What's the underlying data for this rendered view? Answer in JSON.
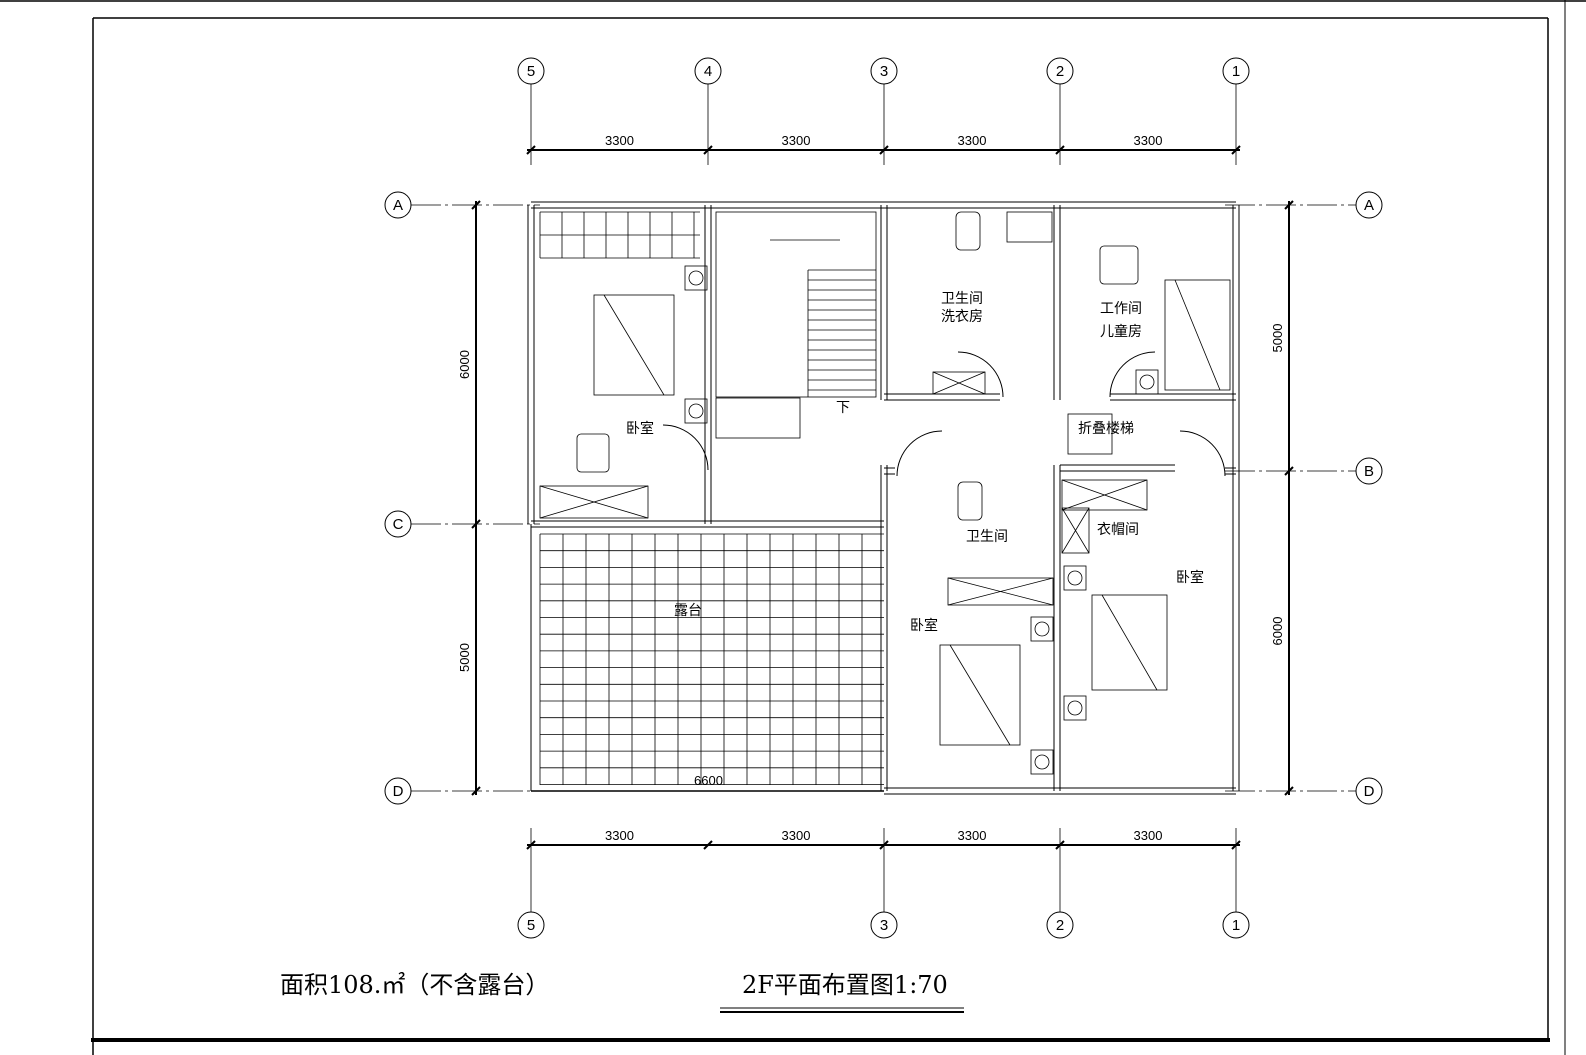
{
  "plan": {
    "area_note": "面积108.㎡（不含露台）",
    "title": "2F平面布置图1:70",
    "top_axes": [
      "5",
      "4",
      "3",
      "2",
      "1"
    ],
    "bottom_axes": [
      "5",
      "3",
      "2",
      "1"
    ],
    "left_axes": [
      "A",
      "C",
      "D"
    ],
    "right_axes": [
      "A",
      "B",
      "D"
    ],
    "top_dims": [
      "3300",
      "3300",
      "3300",
      "3300"
    ],
    "bottom_dims": [
      "3300",
      "3300",
      "3300",
      "3300"
    ],
    "left_dims": [
      "6000",
      "5000"
    ],
    "right_dims": [
      "5000",
      "6000"
    ],
    "terrace_dim": "6600",
    "rooms": {
      "bedroom_nw": "卧室",
      "stair_down": "下",
      "bath_laundry_1": "卫生间",
      "bath_laundry_2": "洗衣房",
      "work_kids_1": "工作间",
      "work_kids_2": "儿童房",
      "folding_stair": "折叠楼梯",
      "terrace": "露台",
      "bathroom_2": "卫生间",
      "closet": "衣帽间",
      "bedroom_s": "卧室",
      "bedroom_se": "卧室"
    }
  }
}
